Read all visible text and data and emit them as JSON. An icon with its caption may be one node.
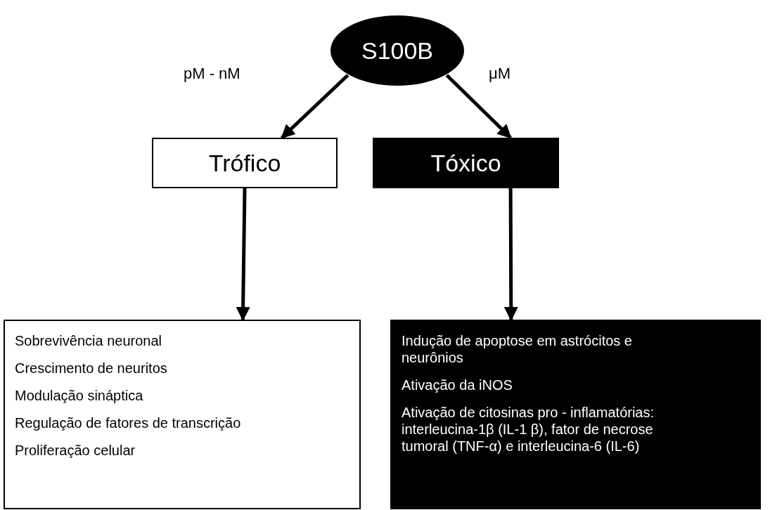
{
  "diagram": {
    "nodes": [
      {
        "text": [
          "S100B"
        ]
      },
      {
        "text": [
          "Trófico"
        ]
      },
      {
        "text": [
          "Tóxico"
        ]
      },
      {
        "text": [
          "Sobrevivência neuronal",
          "Crescimento de neuritos",
          "Modulação sináptica",
          "Regulação de fatores de transcrição",
          "Proliferação celular"
        ]
      },
      {
        "text": [
          "Indução de apoptose em astrócitos e neurônios",
          "Ativação da iNOS",
          "Ativação de citosinas pro - inflamatórias: interleucina-1β (IL-1 β), fator de necrose tumoral (TNF-α) e interleucina-6 (IL-6)"
        ]
      }
    ],
    "edges": [
      {
        "from": 0,
        "to": 1,
        "arrow": "to",
        "label": "pM - nM"
      },
      {
        "from": 0,
        "to": 2,
        "arrow": "to",
        "label": "μM"
      },
      {
        "from": 1,
        "to": 3,
        "arrow": "to"
      },
      {
        "from": 2,
        "to": 4,
        "arrow": "to"
      }
    ]
  }
}
